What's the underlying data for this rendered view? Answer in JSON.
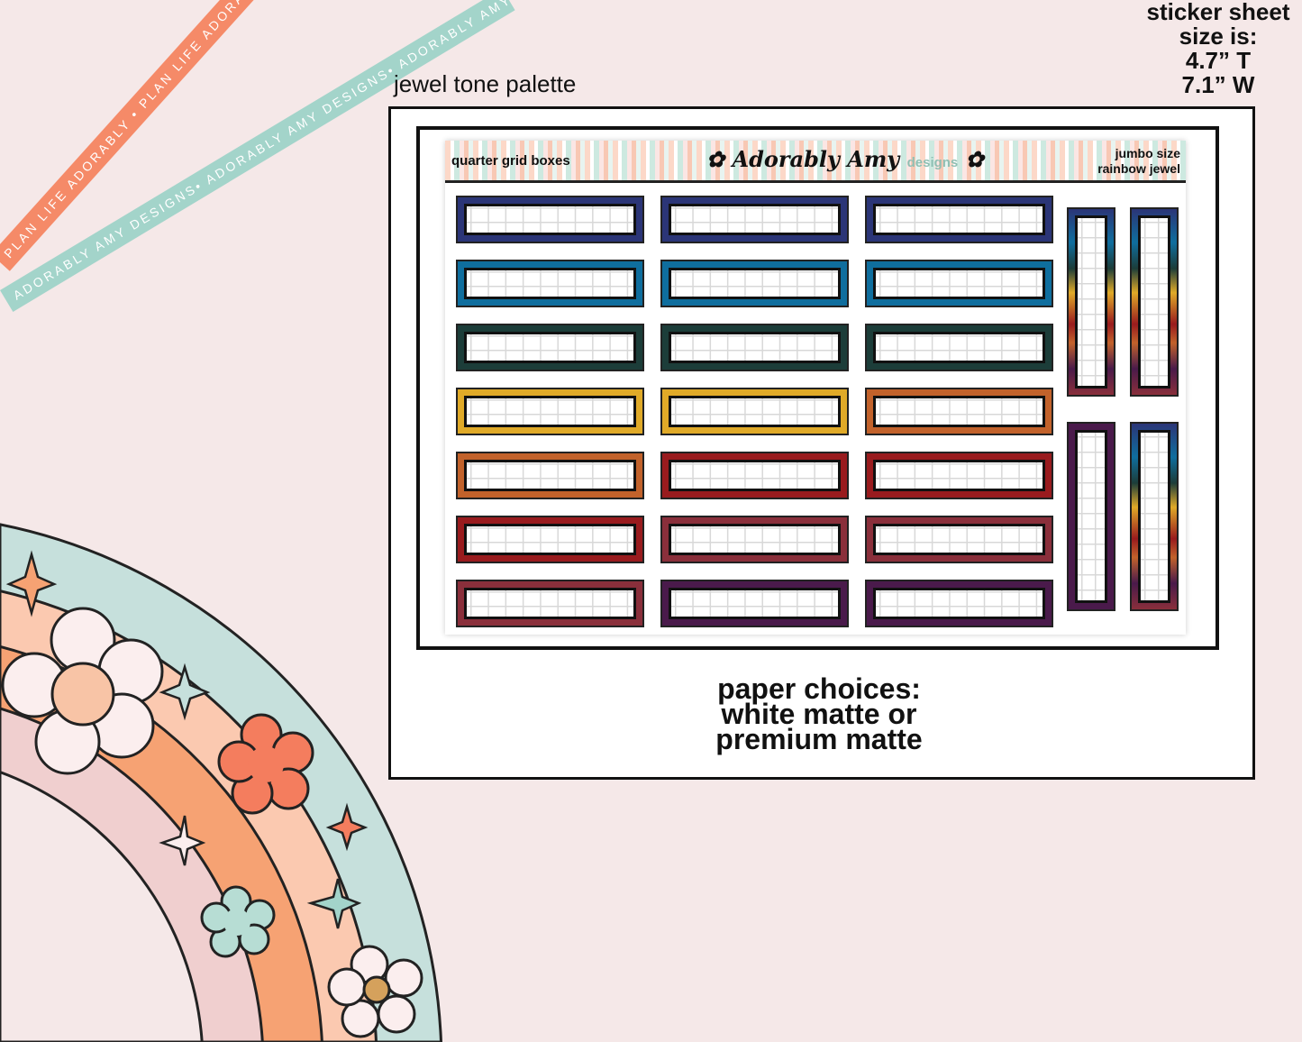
{
  "ribbons": {
    "coral": "PLAN LIFE ADORABLY • PLAN LIFE ADORABLY • PLAN LIFE ADORABLY",
    "teal": "ADORABLY AMY DESIGNS• ADORABLY AMY DESIGNS• ADORABLY AMY DESIGNS•"
  },
  "size_note": {
    "line1": "sticker sheet",
    "line2": "size is:",
    "line3": "4.7” T",
    "line4": "7.1” W"
  },
  "palette_title": "jewel tone palette",
  "sheet": {
    "header_left": "quarter grid boxes",
    "brand": "Adorably Amy",
    "brand_suffix": "designs",
    "header_right_1": "jumbo size",
    "header_right_2": "rainbow jewel"
  },
  "paper_choices": {
    "line1": "paper choices:",
    "line2": "white matte or",
    "line3": "premium matte"
  },
  "colors": {
    "navy": "#2b3577",
    "blue": "#0f6e9e",
    "pine": "#1c3d39",
    "gold": "#e0aa28",
    "orange": "#c2622b",
    "red": "#991b1e",
    "wine": "#8a2f3b",
    "plum": "#4a1a4b",
    "coral": "#f58a68",
    "mint": "#a3d4ca",
    "peach": "#fbc9b0",
    "ring_orange": "#f6a273",
    "ring_pink": "#f0cfcf",
    "ring_teal": "#c6e0dc"
  },
  "box_rows": [
    [
      "navy",
      "navy",
      "navy"
    ],
    [
      "blue",
      "blue",
      "blue"
    ],
    [
      "pine",
      "pine",
      "pine"
    ],
    [
      "gold",
      "gold",
      "orange"
    ],
    [
      "orange",
      "red",
      "red"
    ],
    [
      "red",
      "wine",
      "wine"
    ],
    [
      "wine",
      "plum",
      "plum"
    ]
  ],
  "vertical_boxes": [
    "rainbow",
    "rainbow",
    "plum",
    "rainbow"
  ]
}
